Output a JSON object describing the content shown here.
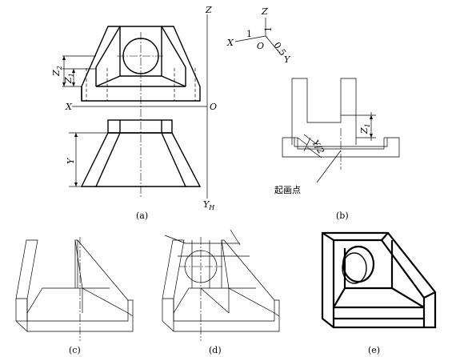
{
  "view_a": {
    "axis_z": "Z",
    "axis_x": "X",
    "origin": "O",
    "axis_yh": "Y",
    "axis_yh_sub": "H",
    "dim_z2": "Z",
    "dim_z2_sub": "2",
    "dim_z1": "Z",
    "dim_z1_sub": "1",
    "dim_y": "Y",
    "caption": "(a)"
  },
  "view_b": {
    "axis_z": "Z",
    "axis_x": "X",
    "axis_y": "Y",
    "origin": "O",
    "scale_z": "1",
    "scale_x": "1",
    "scale_y": "0.5",
    "dim_z1": "Z",
    "dim_z1_sub": "1",
    "dim_y2": "Y/2",
    "start_point": "起画点",
    "caption": "(b)"
  },
  "view_c": {
    "caption": "(c)"
  },
  "view_d": {
    "caption": "(d)"
  },
  "view_e": {
    "caption": "(e)"
  }
}
